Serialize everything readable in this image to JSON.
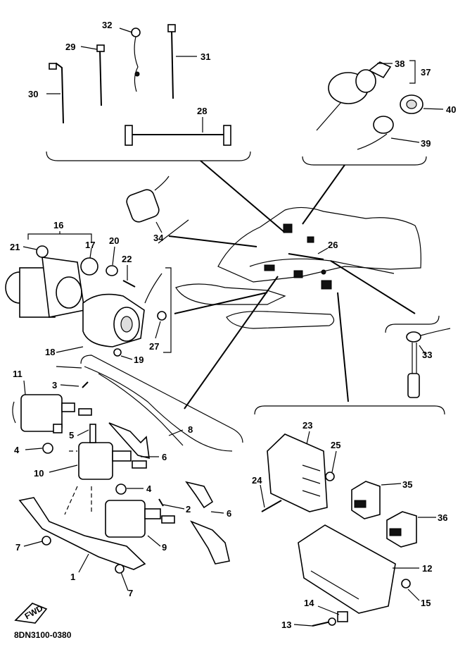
{
  "diagram": {
    "drawing_code": "8DN3100-0380",
    "direction_badge": "FWD",
    "callouts": [
      {
        "id": "c1",
        "text": "1"
      },
      {
        "id": "c2",
        "text": "2"
      },
      {
        "id": "c3",
        "text": "3"
      },
      {
        "id": "c4a",
        "text": "4"
      },
      {
        "id": "c4b",
        "text": "4"
      },
      {
        "id": "c5",
        "text": "5"
      },
      {
        "id": "c6a",
        "text": "6"
      },
      {
        "id": "c6b",
        "text": "6"
      },
      {
        "id": "c7a",
        "text": "7"
      },
      {
        "id": "c7b",
        "text": "7"
      },
      {
        "id": "c8",
        "text": "8"
      },
      {
        "id": "c9",
        "text": "9"
      },
      {
        "id": "c10",
        "text": "10"
      },
      {
        "id": "c11",
        "text": "11"
      },
      {
        "id": "c12",
        "text": "12"
      },
      {
        "id": "c13",
        "text": "13"
      },
      {
        "id": "c14",
        "text": "14"
      },
      {
        "id": "c15",
        "text": "15"
      },
      {
        "id": "c16",
        "text": "16"
      },
      {
        "id": "c17",
        "text": "17"
      },
      {
        "id": "c18",
        "text": "18"
      },
      {
        "id": "c19",
        "text": "19"
      },
      {
        "id": "c20",
        "text": "20"
      },
      {
        "id": "c21",
        "text": "21"
      },
      {
        "id": "c22",
        "text": "22"
      },
      {
        "id": "c23",
        "text": "23"
      },
      {
        "id": "c24",
        "text": "24"
      },
      {
        "id": "c25",
        "text": "25"
      },
      {
        "id": "c26",
        "text": "26"
      },
      {
        "id": "c27",
        "text": "27"
      },
      {
        "id": "c28",
        "text": "28"
      },
      {
        "id": "c29",
        "text": "29"
      },
      {
        "id": "c30",
        "text": "30"
      },
      {
        "id": "c31",
        "text": "31"
      },
      {
        "id": "c32",
        "text": "32"
      },
      {
        "id": "c33",
        "text": "33"
      },
      {
        "id": "c34",
        "text": "34"
      },
      {
        "id": "c35",
        "text": "35"
      },
      {
        "id": "c36",
        "text": "36"
      },
      {
        "id": "c37",
        "text": "37"
      },
      {
        "id": "c38",
        "text": "38"
      },
      {
        "id": "c39",
        "text": "39"
      },
      {
        "id": "c40",
        "text": "40"
      }
    ]
  }
}
